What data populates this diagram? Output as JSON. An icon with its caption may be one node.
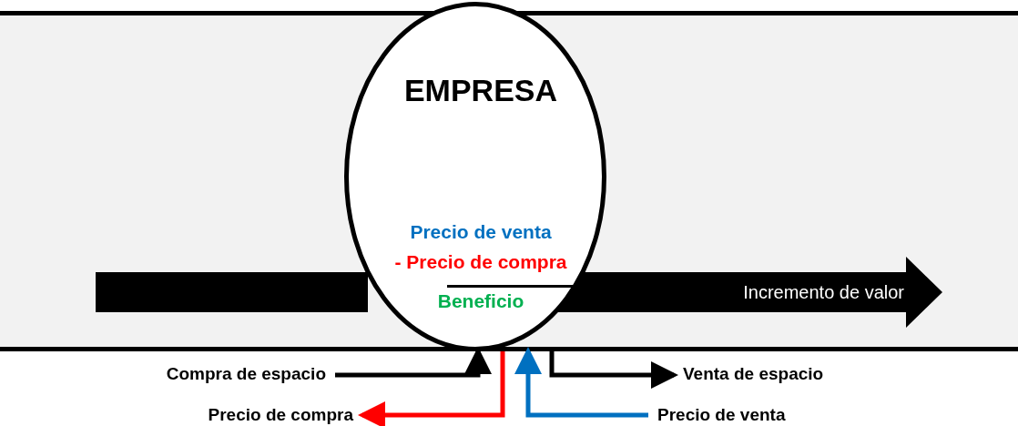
{
  "diagram": {
    "nodes": [
      {
        "text": [
          "EMPRESA",
          "Precio de venta",
          "- Precio de compra",
          "Beneficio"
        ]
      },
      {
        "text": [
          "Incremento de valor"
        ]
      },
      {
        "text": [
          "Compra de espacio"
        ]
      },
      {
        "text": [
          "Precio de compra"
        ]
      },
      {
        "text": [
          "Venta de espacio"
        ]
      },
      {
        "text": [
          "Precio de venta"
        ]
      }
    ],
    "edges": [
      {
        "from": 2,
        "to": 0,
        "arrow": "to"
      },
      {
        "from": 0,
        "to": 3,
        "arrow": "to",
        "color": "#ff0000"
      },
      {
        "from": 5,
        "to": 0,
        "arrow": "to",
        "color": "#0070c0"
      },
      {
        "from": 0,
        "to": 4,
        "arrow": "to"
      }
    ]
  }
}
